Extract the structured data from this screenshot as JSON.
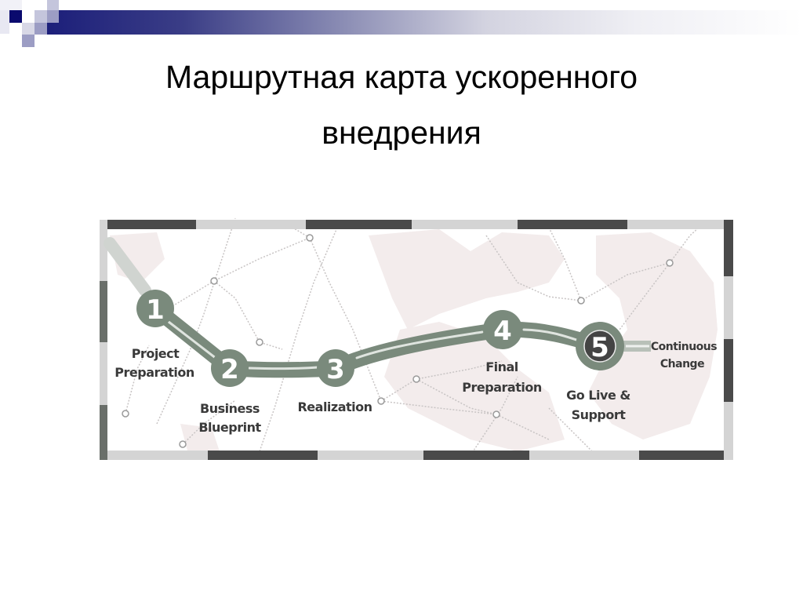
{
  "slide": {
    "title_line1": "Маршрутная карта ускоренного",
    "title_line2": "внедрения"
  },
  "colors": {
    "header_navy": "#1c1f7a",
    "road": "#7a8a7c",
    "road_stripe": "#dfe4df",
    "frame_dark": "#4a4a4a",
    "frame_light": "#d4d4d4",
    "label_text": "#3a3a3a",
    "land_tint": "#f3ecec",
    "station5_core": "#444444"
  },
  "roadmap": {
    "stations": [
      {
        "number": "1",
        "label_line1": "Project",
        "label_line2": "Preparation"
      },
      {
        "number": "2",
        "label_line1": "Business",
        "label_line2": "Blueprint"
      },
      {
        "number": "3",
        "label_line1": "Realization",
        "label_line2": ""
      },
      {
        "number": "4",
        "label_line1": "Final",
        "label_line2": "Preparation"
      },
      {
        "number": "5",
        "label_line1": "Go Live &",
        "label_line2": "Support"
      }
    ],
    "end_label_line1": "Continuous",
    "end_label_line2": "Change"
  }
}
